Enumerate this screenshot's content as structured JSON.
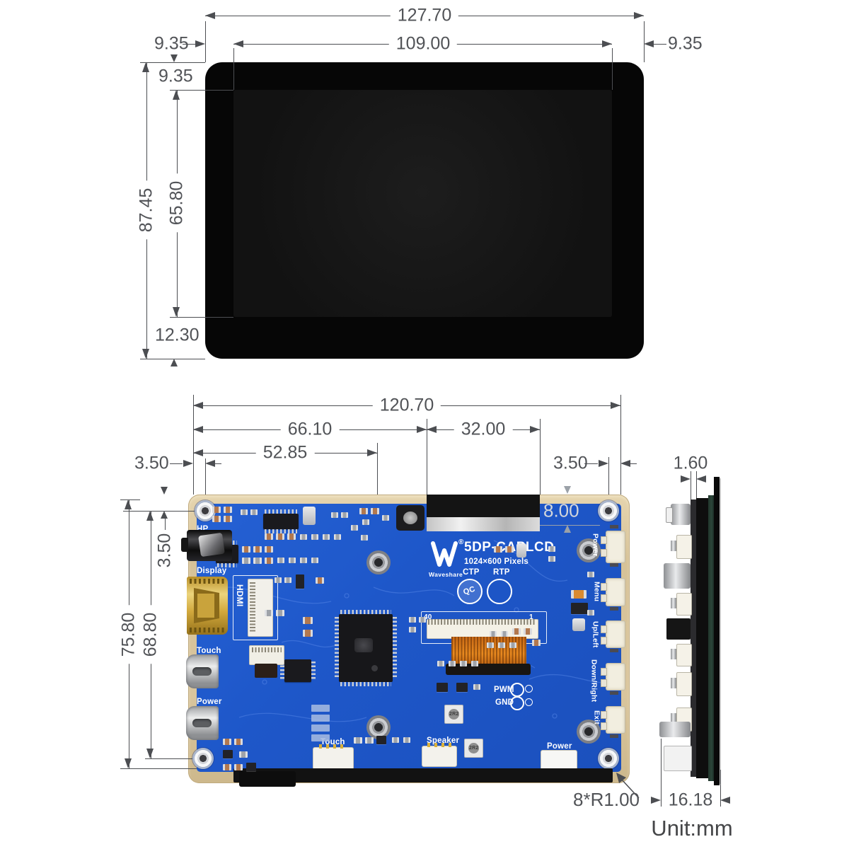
{
  "unit_label": "Unit:mm",
  "front_view": {
    "dims": {
      "overall_width": "127.70",
      "active_width": "109.00",
      "bezel_left": "9.35",
      "bezel_right": "9.35",
      "bezel_top": "9.35",
      "overall_height": "87.45",
      "active_height": "65.80",
      "bezel_bottom": "12.30"
    }
  },
  "pcb_view": {
    "dims": {
      "board_width": "120.70",
      "fpc_left_offset": "66.10",
      "fpc_width": "32.00",
      "standoff_offset": "52.85",
      "hole_margin_left": "3.50",
      "hole_margin_right": "3.50",
      "hole_margin_top": "3.50",
      "board_height": "75.80",
      "hole_spacing_vertical": "68.80",
      "fpc_height": "8.00",
      "corner_radius": "8*R1.00"
    },
    "silkscreen": {
      "brand": "Waveshare",
      "reg_mark": "®",
      "model": "5DP-CAPLCD",
      "resolution": "1024×600 Pixels",
      "ctp": "CTP",
      "rtp": "RTP",
      "qc": "QC",
      "hp": "HP",
      "display_port": "Display",
      "hdmi": "HDMI",
      "touch_port": "Touch",
      "power_port": "Power",
      "pwm": "PWM",
      "gnd": "GND",
      "touch_connector": "Touch",
      "speaker_connector": "Speaker",
      "power_connector": "Power",
      "ffc_pin40": "40",
      "ffc_pin1": "1",
      "inductor_marking": "2R2"
    },
    "buttons": [
      {
        "label": "Power"
      },
      {
        "label": "Menu"
      },
      {
        "label": "Up/Left"
      },
      {
        "label": "Down/Right"
      },
      {
        "label": "Exit"
      }
    ]
  },
  "side_view": {
    "dims": {
      "pcb_thickness": "1.60",
      "overall_thickness": "16.18"
    }
  },
  "colors": {
    "pcb_blue": "#1e57c9",
    "panel_tan": "#d9c59d",
    "dim_line": "#4c4e52",
    "fpc_orange": "#dd7f1e"
  }
}
